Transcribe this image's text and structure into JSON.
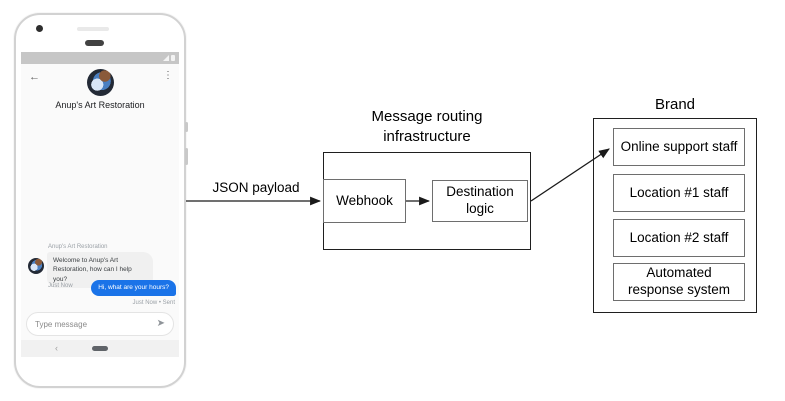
{
  "colors": {
    "outgoing_bubble": "#1a73e8",
    "incoming_bubble": "#f0f0f0",
    "arrow": "#1a1a1a"
  },
  "phone": {
    "header": {
      "back_icon": "←",
      "menu_icon": "⋮",
      "title": "Anup's Art Restoration"
    },
    "conversation": {
      "sender_label": "Anup's Art Restoration",
      "incoming_message": "Welcome to Anup's Art Restoration, how can I help you?",
      "incoming_timestamp": "Just Now",
      "outgoing_message": "Hi, what are your hours?",
      "outgoing_timestamp": "Just Now • Sent"
    },
    "composer": {
      "placeholder": "Type message",
      "send_icon": "➤"
    },
    "nav": {
      "back_icon": "‹"
    }
  },
  "diagram": {
    "payload_arrow_label": "JSON payload",
    "routing": {
      "title": "Message routing infrastructure",
      "webhook": "Webhook",
      "destination": "Destination logic"
    },
    "brand": {
      "title": "Brand",
      "items": [
        "Online support staff",
        "Location #1 staff",
        "Location #2 staff",
        "Automated response system"
      ]
    }
  }
}
